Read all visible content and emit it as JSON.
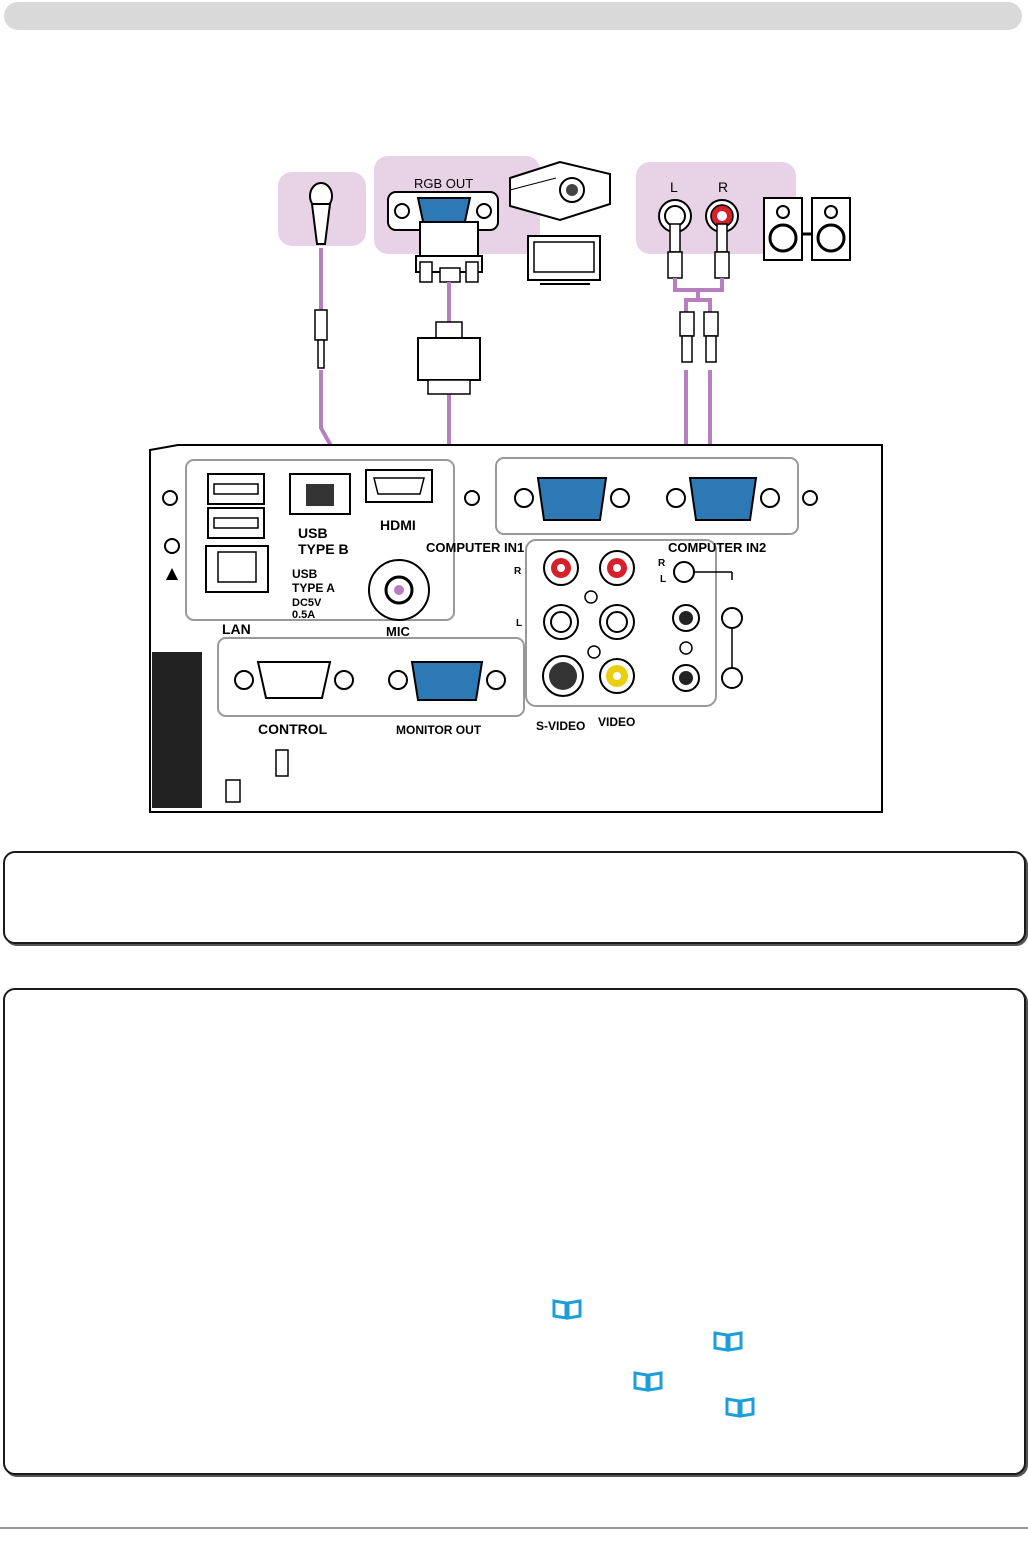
{
  "diagram": {
    "top_labels": {
      "rgb_out": "RGB OUT",
      "audio_l": "L",
      "audio_r": "R"
    },
    "panel_labels": {
      "usb_type_b_1": "USB",
      "usb_type_b_2": "TYPE B",
      "hdmi": "HDMI",
      "computer_in1": "COMPUTER IN1",
      "computer_in2": "COMPUTER IN2",
      "usb_type_a_1": "USB",
      "usb_type_a_2": "TYPE A",
      "usb_type_a_3": "DC5V",
      "usb_type_a_4": "0.5A",
      "lan": "LAN",
      "mic": "MIC",
      "control": "CONTROL",
      "monitor_out": "MONITOR OUT",
      "s_video": "S-VIDEO",
      "video": "VIDEO",
      "audio_in1_r": "R",
      "audio_in1_l": "L",
      "audio_in2_r": "R",
      "audio_in2_l": "L"
    },
    "colors": {
      "cable": "#b77fc0",
      "highlight": "#e8d3e6",
      "rca_red": "#d8202a",
      "rca_yellow": "#e9cf0f",
      "vga_blue": "#2d79b6",
      "ref_icon": "#1e9ed9"
    }
  },
  "icons": {
    "reference": "book-reference-icon"
  }
}
